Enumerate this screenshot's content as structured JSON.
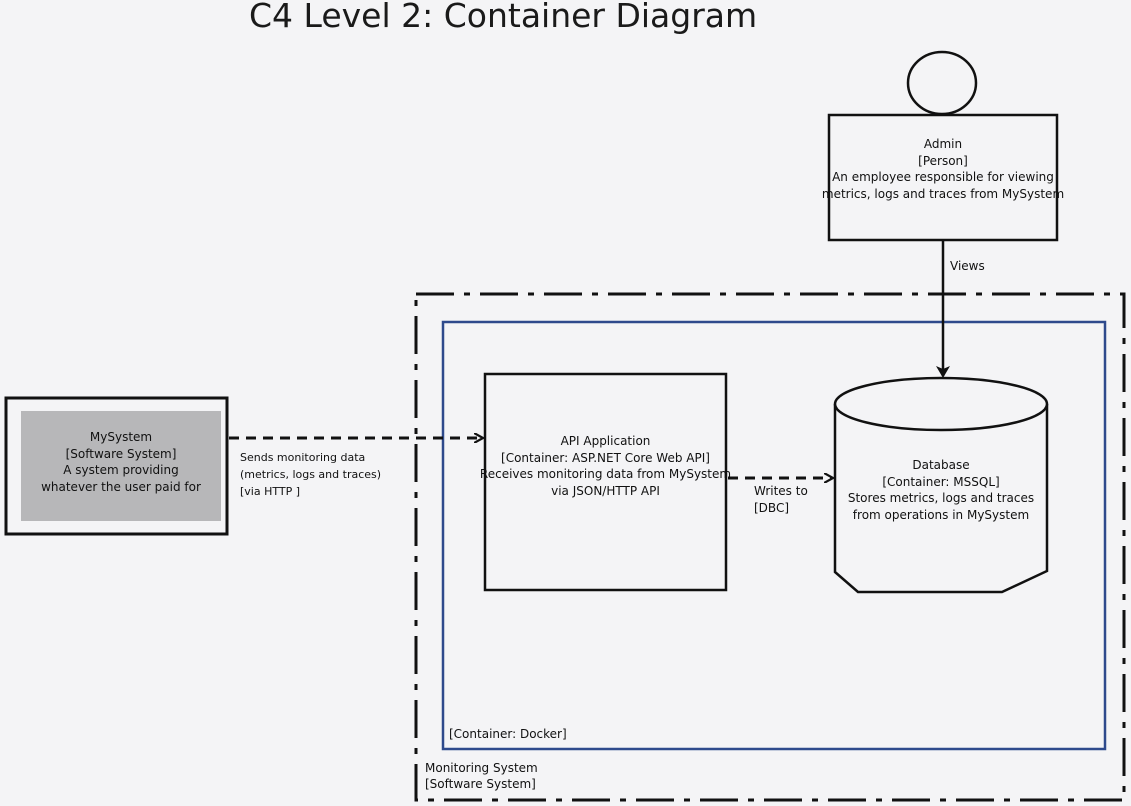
{
  "title": "C4 Level 2: Container Diagram",
  "admin": {
    "name": "Admin",
    "type": "[Person]",
    "description_line1": "An employee responsible for viewing",
    "description_line2": "metrics, logs and traces from MySystem"
  },
  "mysystem": {
    "name": "MySystem",
    "type": "[Software System]",
    "description_line1": "A system providing",
    "description_line2": "whatever the user paid for"
  },
  "api": {
    "name": "API Application",
    "type": "[Container: ASP.NET Core Web API]",
    "description_line1": "Receives monitoring data from MySystem",
    "description_line2": "via JSON/HTTP API"
  },
  "database": {
    "name": "Database",
    "type": "[Container: MSSQL]",
    "description_line1": "Stores metrics, logs and traces",
    "description_line2": "from operations in MySystem"
  },
  "edges": {
    "views": "Views",
    "sends_line1": "Sends monitoring data",
    "sends_line2": "(metrics, logs and traces)",
    "sends_line3": "[via HTTP ]",
    "writes_line1": "Writes to",
    "writes_line2": "[DBC]"
  },
  "docker_boundary": {
    "label": "[Container: Docker]"
  },
  "system_boundary": {
    "name": "Monitoring System",
    "type": "[Software System]"
  },
  "colors": {
    "docker_border": "#2e4a8c",
    "mysystem_fill": "#b7b7b9",
    "stroke": "#111111"
  }
}
